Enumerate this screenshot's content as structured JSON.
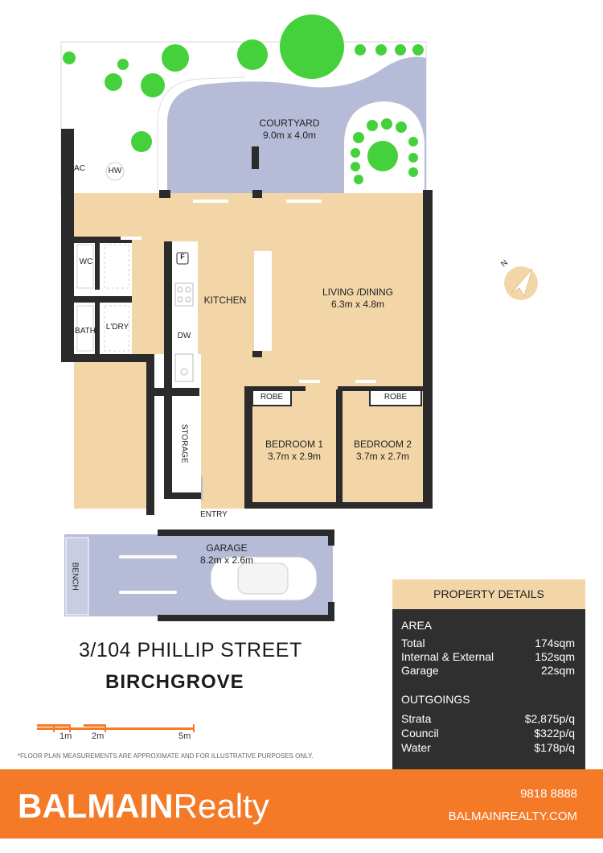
{
  "rooms": {
    "courtyard": {
      "name": "COURTYARD",
      "size": "9.0m x 4.0m"
    },
    "living": {
      "name": "LIVING /DINING",
      "size": "6.3m x 4.8m"
    },
    "kitchen": "KITCHEN",
    "bedroom1": {
      "name": "BEDROOM 1",
      "size": "3.7m x 2.9m"
    },
    "bedroom2": {
      "name": "BEDROOM 2",
      "size": "3.7m x 2.7m"
    },
    "robe1": "ROBE",
    "robe2": "ROBE",
    "garage": {
      "name": "GARAGE",
      "size": "8.2m x 2.6m"
    },
    "ac": "AC",
    "hw": "HW",
    "wc": "WC",
    "bath": "BATH",
    "laundry": "L'DRY",
    "dw": "DW",
    "fridge": "F",
    "storage": "STORAGE",
    "entry": "ENTRY",
    "bench": "BENCH"
  },
  "compass": {
    "letter": "N"
  },
  "address": {
    "street": "3/104 PHILLIP STREET",
    "suburb": "BIRCHGROVE"
  },
  "scale": {
    "labels": [
      "1m",
      "2m",
      "5m"
    ]
  },
  "disclaimer": "*FLOOR PLAN MEASUREMENTS ARE APPROXIMATE AND FOR ILLUSTRATIVE PURPOSES ONLY.",
  "details": {
    "title": "PROPERTY DETAILS",
    "area": {
      "title": "AREA",
      "rows": [
        {
          "label": "Total",
          "value": "174sqm"
        },
        {
          "label": "Internal & External",
          "value": "152sqm"
        },
        {
          "label": "Garage",
          "value": "22sqm"
        }
      ]
    },
    "outgoings": {
      "title": "OUTGOINGS",
      "rows": [
        {
          "label": "Strata",
          "value": "$2,875p/q"
        },
        {
          "label": "Council",
          "value": "$322p/q"
        },
        {
          "label": "Water",
          "value": "$178p/q"
        }
      ]
    }
  },
  "footer": {
    "brand_bold": "BALMAIN",
    "brand_light": "Realty",
    "phone": "9818 8888",
    "website": "BALMAINREALTY.COM"
  },
  "colors": {
    "floor": "#f2d6a7",
    "courtyard": "#b6bcd8",
    "wall": "#2b2b2b",
    "tree": "#44d13b",
    "footer": "#f47a28"
  }
}
